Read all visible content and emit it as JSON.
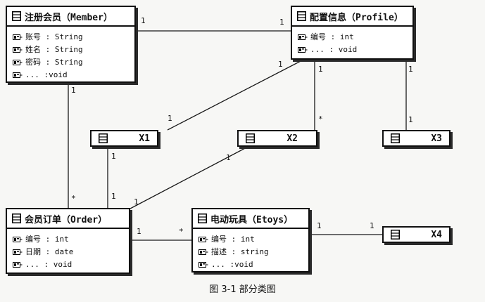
{
  "classes": {
    "member": {
      "title": "注册会员（Member）",
      "attributes": [
        "账号 : String",
        "姓名 : String",
        "密码 : String",
        "... :void"
      ]
    },
    "profile": {
      "title": "配置信息（Profile）",
      "attributes": [
        "编号 : int",
        "... : void"
      ]
    },
    "order": {
      "title": "会员订单（Order）",
      "attributes": [
        "编号 : int",
        "日期 : date",
        "... : void"
      ]
    },
    "etoys": {
      "title": "电动玩具（Etoys）",
      "attributes": [
        "编号 : int",
        "描述 : string",
        "... :void"
      ]
    },
    "x1": {
      "title": "X1"
    },
    "x2": {
      "title": "X2"
    },
    "x3": {
      "title": "X3"
    },
    "x4": {
      "title": "X4"
    }
  },
  "associations": {
    "member_profile": {
      "member_end": "1",
      "profile_end": "1"
    },
    "member_order": {
      "member_end": "1",
      "order_end": "*"
    },
    "profile_x1": {
      "profile_end": "1",
      "x1_end": "1"
    },
    "profile_x2": {
      "profile_end": "1",
      "x2_end": "*"
    },
    "profile_x3": {
      "profile_end": "1",
      "x3_end": "1"
    },
    "x1_order": {
      "x1_end": "1",
      "order_end": "1"
    },
    "x2_order": {
      "x2_end": "1",
      "order_end": "1"
    },
    "order_etoys": {
      "order_end": "1",
      "etoys_end": "*"
    },
    "etoys_x4": {
      "etoys_end": "1",
      "x4_end": "1"
    }
  },
  "caption": "图 3-1  部分类图"
}
